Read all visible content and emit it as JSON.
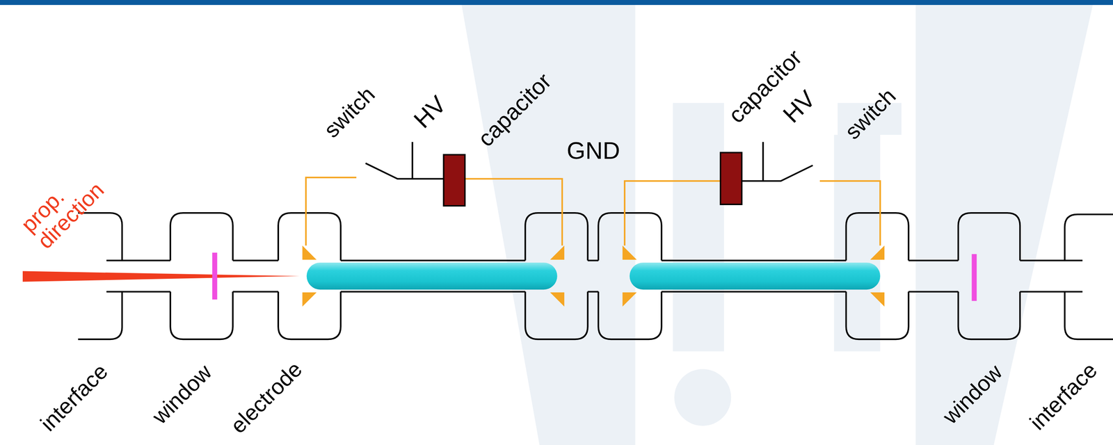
{
  "diagram": {
    "labels": [
      "prop. direction",
      "switch",
      "HV",
      "capacitor",
      "GND",
      "capacitor",
      "HV",
      "switch",
      "interface",
      "window",
      "electrode",
      "window",
      "interface"
    ]
  }
}
